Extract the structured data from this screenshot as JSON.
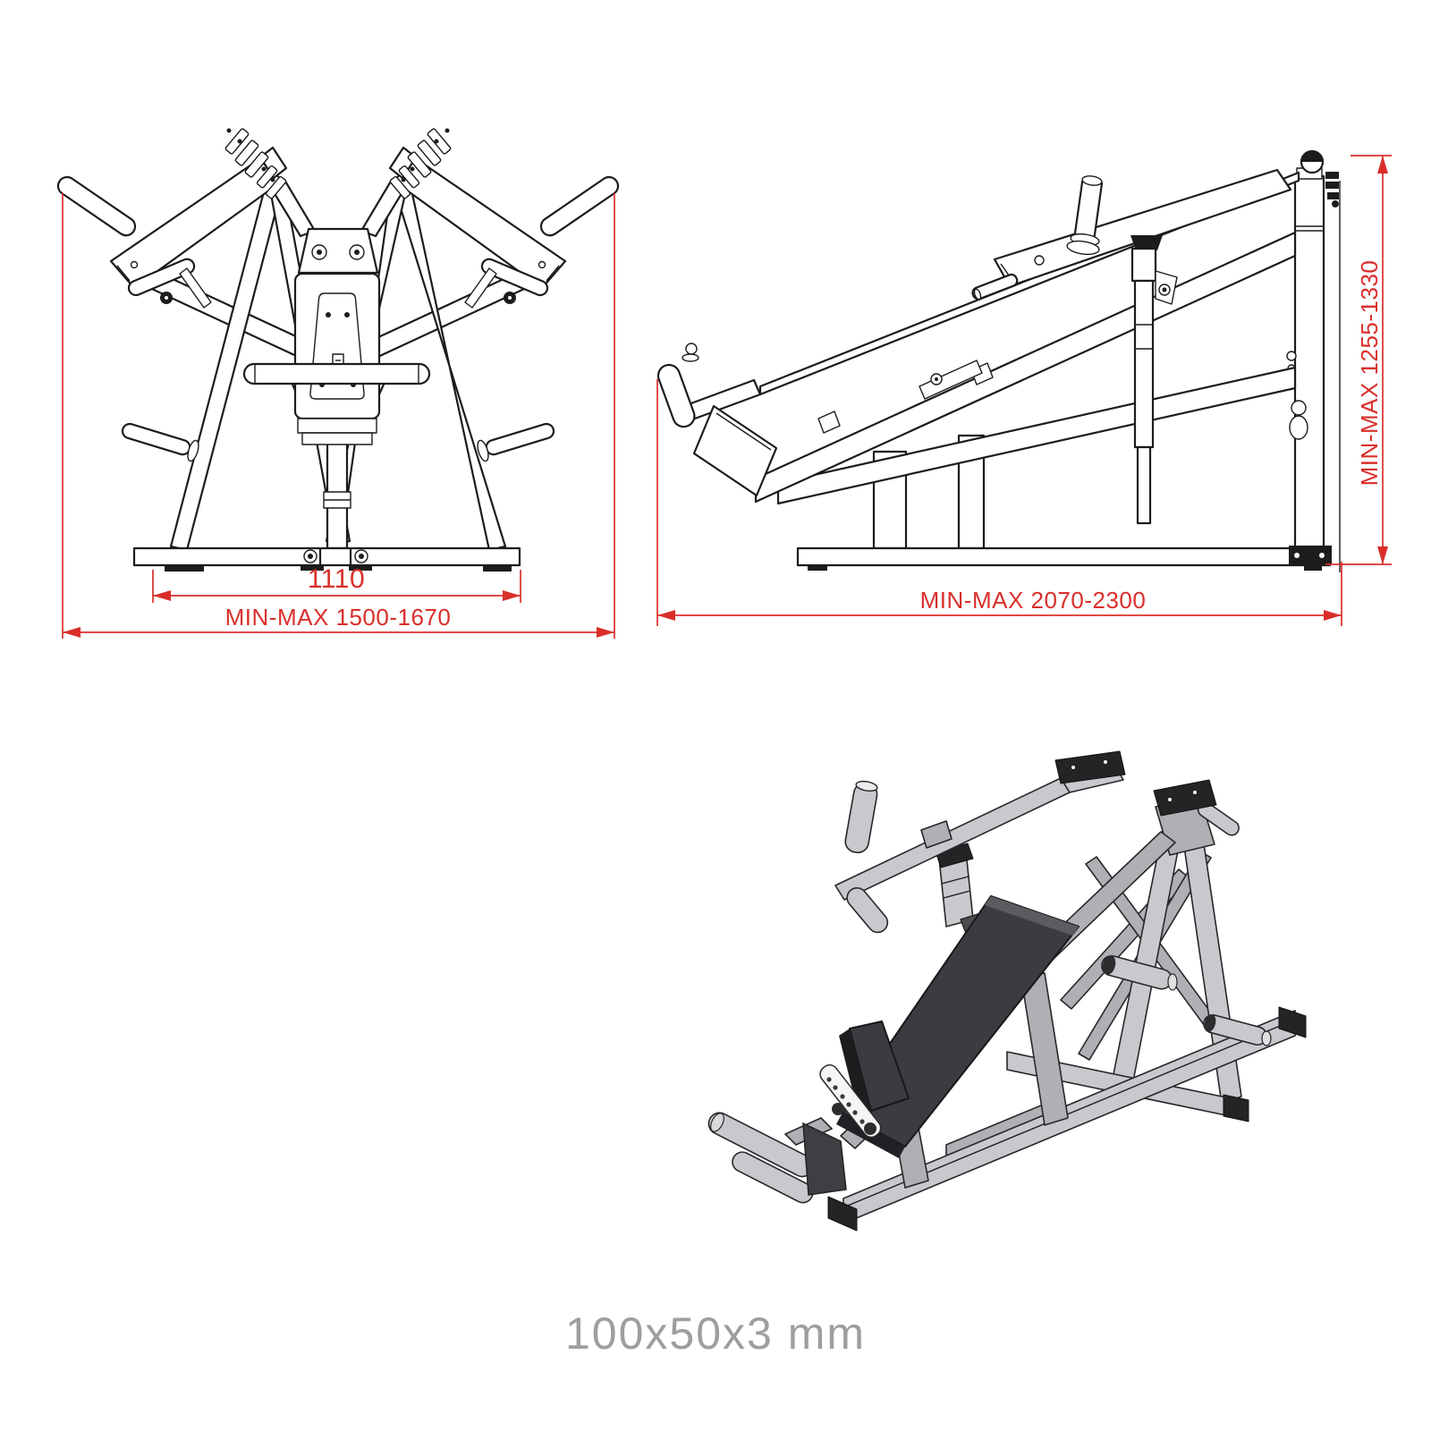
{
  "caption": "100x50x3 mm",
  "views": {
    "front": {
      "dim_inner_label": "1110",
      "dim_outer_label": "MIN-MAX 1500-1670"
    },
    "side": {
      "dim_length_label": "MIN-MAX 2070-2300",
      "dim_height_label": "MIN-MAX 1255-1330"
    }
  },
  "colors": {
    "dimension_red": "#d92f2b",
    "drawing_ink": "#1c1c1c",
    "caption_gray": "#9e9e9e",
    "frame_gray_light": "#c7c9cc",
    "frame_gray_mid": "#aeb0b3",
    "bench_pad_dark": "#3a3c3f",
    "background": "#ffffff"
  }
}
